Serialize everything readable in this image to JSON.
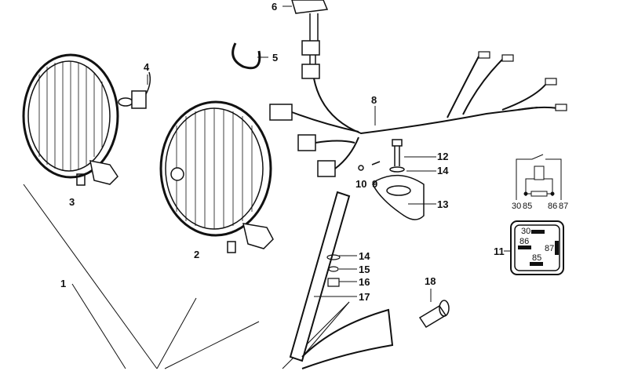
{
  "callouts": {
    "c1": "1",
    "c2": "2",
    "c3": "3",
    "c4": "4",
    "c5": "5",
    "c6": "6",
    "c8": "8",
    "c9": "9",
    "c10": "10",
    "c11": "11",
    "c12": "12",
    "c13": "13",
    "c14a": "14",
    "c14b": "14",
    "c15": "15",
    "c16": "16",
    "c17": "17",
    "c18": "18"
  },
  "relay": {
    "schematic_pins": [
      "30",
      "85",
      "86",
      "87"
    ],
    "socket_pins": {
      "p30": "30",
      "p86": "86",
      "p87": "87",
      "p85": "85"
    }
  }
}
